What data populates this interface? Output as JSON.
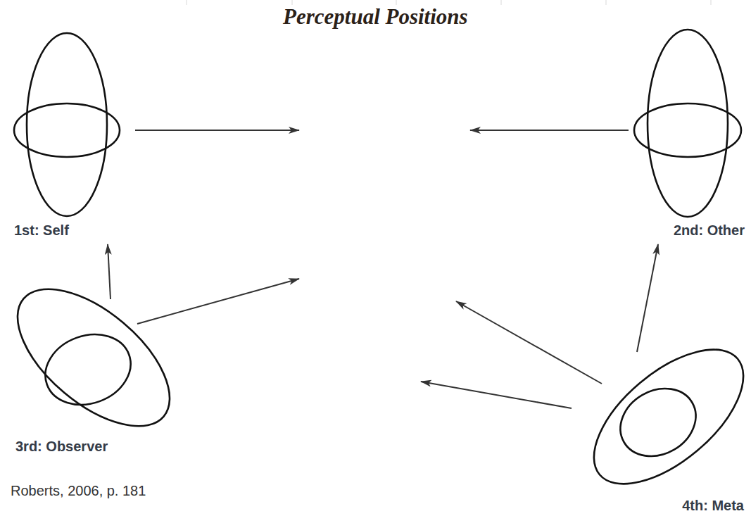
{
  "diagram": {
    "title": "Perceptual Positions",
    "caption": "Roberts, 2006, p. 181",
    "nodes": [
      {
        "text": [
          "1st: Self"
        ]
      },
      {
        "text": [
          "2nd: Other"
        ]
      },
      {
        "text": [
          "3rd: Observer"
        ]
      },
      {
        "text": [
          "4th: Meta"
        ]
      }
    ],
    "edges": [
      {
        "from": 2,
        "to": 0,
        "arrow": "to"
      },
      {
        "from": 3,
        "to": 1,
        "arrow": "to"
      }
    ]
  }
}
